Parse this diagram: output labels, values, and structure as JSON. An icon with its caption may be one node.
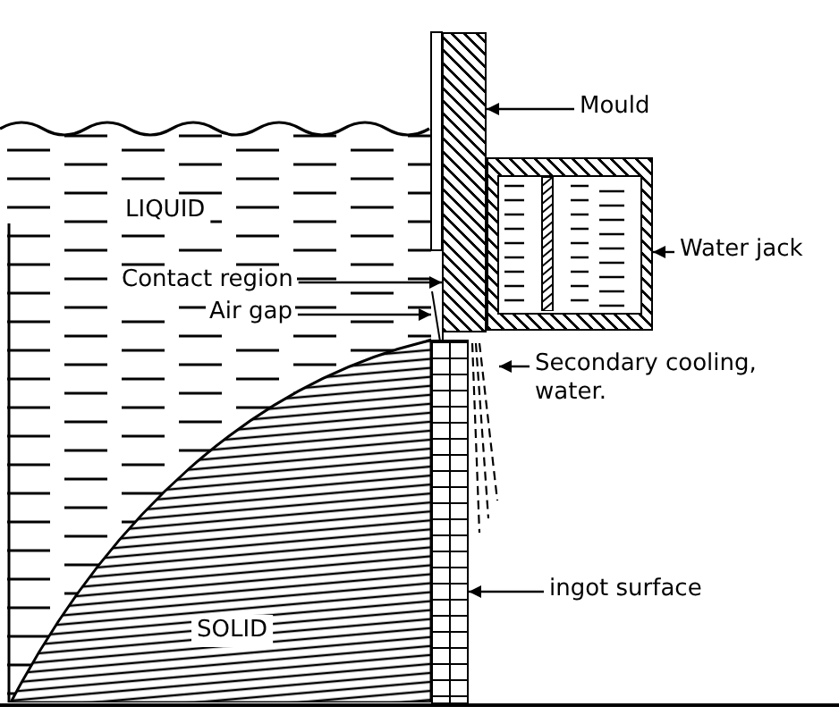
{
  "diagram": {
    "nodes": [
      {
        "text": [
          "Mould"
        ]
      },
      {
        "text": [],
        "shape": "box"
      },
      {
        "text": [
          "LIQUID"
        ]
      },
      {
        "text": [
          "Water jack"
        ]
      },
      {
        "text": [],
        "shape": "box"
      },
      {
        "text": [
          "Contact region"
        ],
        "in": 2
      },
      {
        "text": [
          "Air gap"
        ],
        "in": 2
      },
      {
        "text": [],
        "shape": "wedge"
      },
      {
        "text": [
          "Secondary cooling, water."
        ]
      },
      {
        "text": [],
        "shape": "picture"
      },
      {
        "text": [
          "SOLID"
        ],
        "in": 2
      },
      {
        "text": [
          "ingot surface"
        ]
      },
      {
        "text": [],
        "shape": "bar"
      }
    ],
    "edges": [
      {
        "from": 0,
        "to": 1,
        "arrow": "to"
      },
      {
        "from": 3,
        "to": 4,
        "arrow": "to"
      },
      {
        "from": 5,
        "to": 1,
        "arrow": "to"
      },
      {
        "from": 6,
        "to": 7,
        "arrow": "to"
      },
      {
        "from": 8,
        "to": 9,
        "arrow": "to"
      },
      {
        "from": 11,
        "to": 12,
        "arrow": "to"
      }
    ]
  }
}
